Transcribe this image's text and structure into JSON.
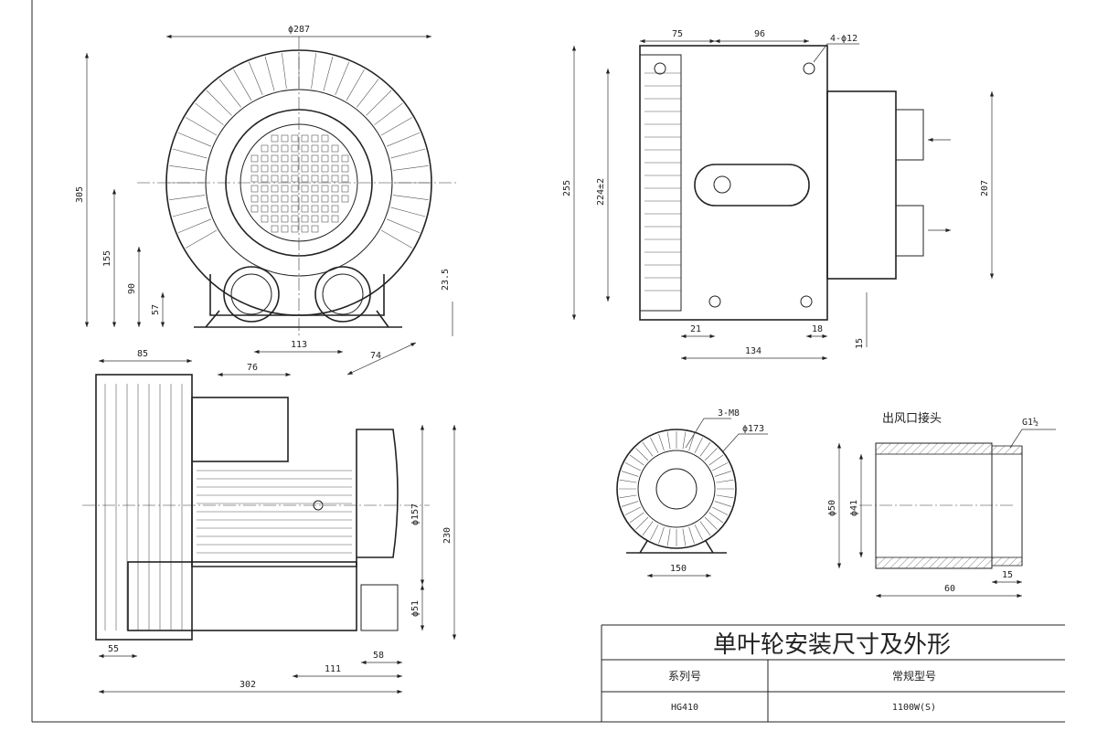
{
  "front_view": {
    "dia_outer": "ϕ287",
    "h_total": "305",
    "h_center": "155",
    "h_port": "90",
    "h_base": "57",
    "d_235": "23.5",
    "w_113": "113",
    "w_76": "76",
    "w_74": "74"
  },
  "top_view": {
    "w_75": "75",
    "w_96": "96",
    "holes": "4-ϕ12",
    "h_255": "255",
    "h_224": "224±2",
    "h_207": "207",
    "w_21": "21",
    "w_18": "18",
    "w_134": "134",
    "h_15": "15"
  },
  "side_view": {
    "w_85": "85",
    "dia_157": "ϕ157",
    "h_230": "230",
    "dia_51": "ϕ51",
    "w_55": "55",
    "w_58": "58",
    "w_111": "111",
    "w_302": "302"
  },
  "end_view": {
    "bolts": "3-M8",
    "dia_173": "ϕ173",
    "w_150": "150"
  },
  "fitting": {
    "title": "出风口接头",
    "thread": "G1½",
    "dia_50": "ϕ50",
    "dia_41": "ϕ41",
    "w_15": "15",
    "w_60": "60"
  },
  "title_block": {
    "title": "单叶轮安装尺寸及外形",
    "col_series": "系列号",
    "col_model": "常规型号",
    "series": "HG410",
    "model": "1100W(S)"
  }
}
